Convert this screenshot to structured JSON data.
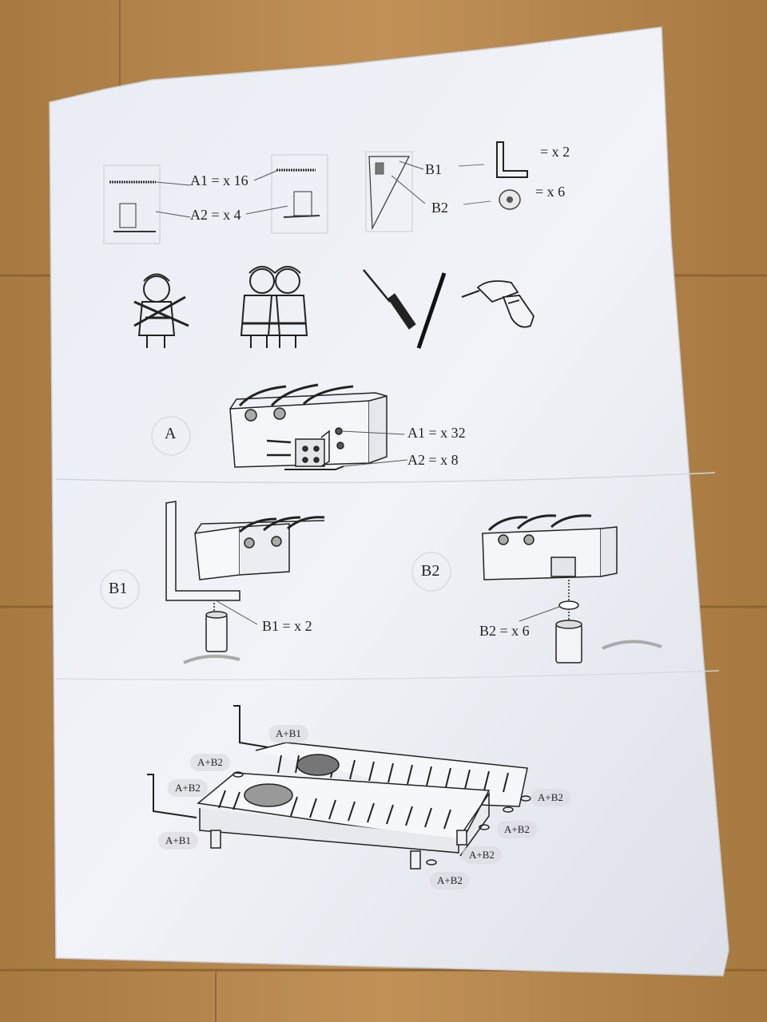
{
  "parts": {
    "a1": "A1 = x 16",
    "a2": "A2 = x 4",
    "b1": "B1",
    "b2": "B2",
    "b1_qty": "= x 2",
    "b2_qty": "= x 6"
  },
  "step_a": {
    "label": "A",
    "a1": "A1 = x 32",
    "a2": "A2 = x 8"
  },
  "step_b1": {
    "label": "B1",
    "qty": "B1 = x 2"
  },
  "step_b2": {
    "label": "B2",
    "qty": "B2 = x 6"
  },
  "final": {
    "labels": [
      "A+B1",
      "A+B2",
      "A+B2",
      "A+B1",
      "A+B2",
      "A+B2",
      "A+B2",
      "A+B2"
    ]
  },
  "colors": {
    "floor": "#b8864a",
    "paper": "#eef0f6",
    "ink": "#222222"
  }
}
